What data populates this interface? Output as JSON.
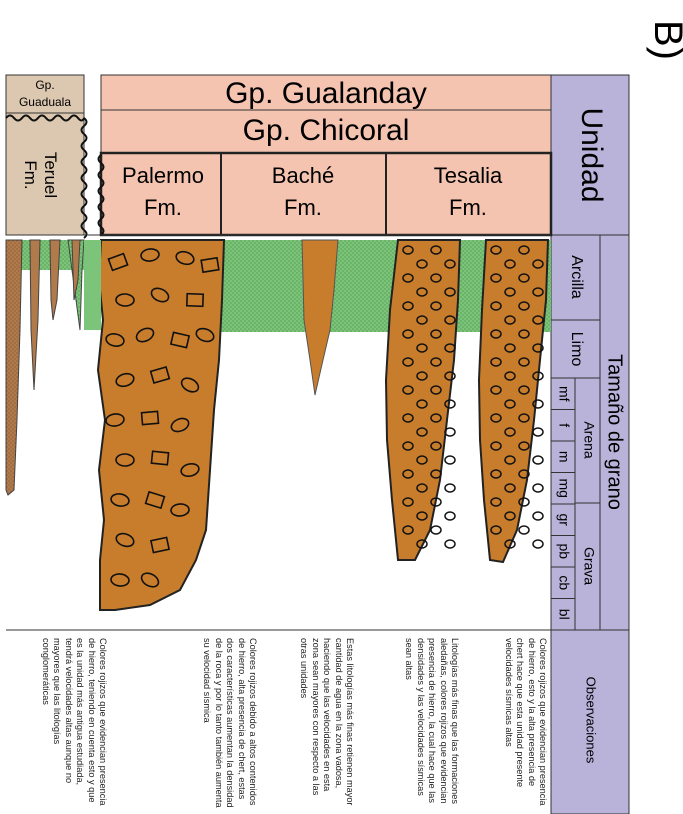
{
  "panel_label": "B)",
  "header": {
    "unidad": "Unidad",
    "gp_gualanday": "Gp. Gualanday",
    "gp_chicoral": "Gp. Chicoral",
    "gp_guaduala": [
      "Gp.",
      "Guaduala"
    ],
    "teruel": [
      "Teruel",
      "Fm."
    ],
    "palermo": [
      "Palermo",
      "Fm."
    ],
    "bache": [
      "Baché",
      "Fm."
    ],
    "tesalia": [
      "Tesalia",
      "Fm."
    ]
  },
  "grain": {
    "title": "Tamaño de grano",
    "arcilla": "Arcilla",
    "limo": "Limo",
    "arena": "Arena",
    "grava": "Grava",
    "sizes": [
      "mf",
      "f",
      "m",
      "mg",
      "gr",
      "pb",
      "cb",
      "bl"
    ]
  },
  "observaciones": {
    "title": "Observaciones",
    "tesalia": "Colores rojizos que evidencian presencia de hierro, esto y la alta presencia de chert hace que esta unidad presente velocidades sísmicas altas",
    "tesalia_limo": "Litologías más finas que las formaciones aledañas, colores rojizos que evidencian presencia de hierro, la cual hace que las densidades y las velocidades sísmicas sean altas",
    "bache": "Estas litologías más finas retienen mayor cantidad de agua en la zona vadosa, haciendo que las velocidades en esta zona sean mayores con respecto a las otras unidades",
    "palermo": "Colores rojizos debido a altos contenidos de hierro, alta presencia de chert, estas dos características aumentan la densidad de la roca y por lo tanto también aumenta su velocidad sísmica",
    "teruel": "Colores rojizos que evidencian presencia de hierro, teniendo en cuenta esto y que es la unidad más antigua estudiada, tendrá velocidades altas aunque no mayores que las litologías conglomeráticas"
  },
  "colors": {
    "salmon": "#f4c4b0",
    "tan": "#dcc8b0",
    "lavender": "#b9b2d9",
    "green": "#7cc47a",
    "orange": "#c87d2c",
    "brown": "#b07a4a"
  }
}
